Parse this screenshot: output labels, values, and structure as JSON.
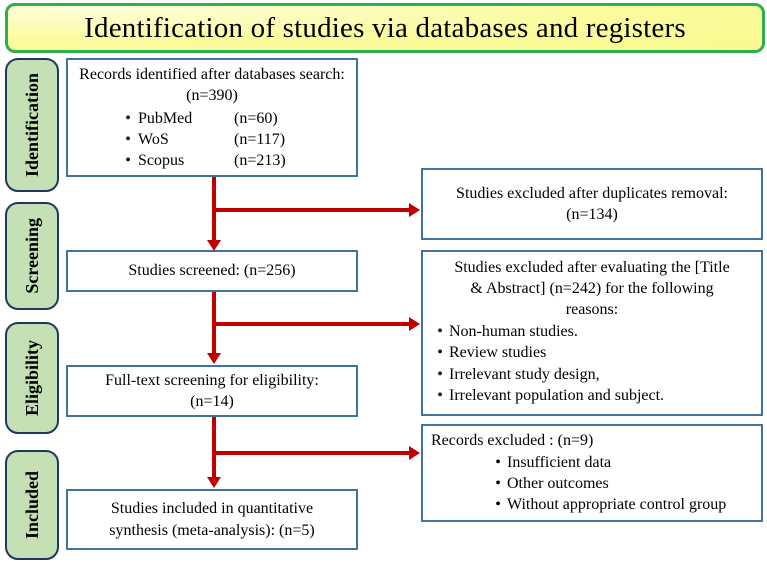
{
  "title": "Identification of studies via databases and registers",
  "colors": {
    "title_bg": "#FBFB9E",
    "title_border": "#2EB050",
    "stage_bg": "#C5E0B4",
    "stage_border": "#1F3864",
    "box_border": "#41719C",
    "arrow": "#C00000"
  },
  "stages": [
    "Identification",
    "Screening",
    "Eligibility",
    "Included"
  ],
  "boxes": {
    "records_identified": {
      "heading": "Records identified after databases search: (n=390)",
      "sources": [
        {
          "name": "PubMed",
          "count": "(n=60)"
        },
        {
          "name": "WoS",
          "count": "(n=117)"
        },
        {
          "name": "Scopus",
          "count": "(n=213)"
        }
      ]
    },
    "studies_screened": {
      "text": "Studies screened: (n=256)"
    },
    "fulltext_screening": {
      "text": "Full-text screening for eligibility: (n=14)"
    },
    "studies_included": {
      "text": "Studies included in quantitative synthesis (meta-analysis): (n=5)"
    },
    "excluded_duplicates": {
      "text": "Studies excluded after duplicates removal: (n=134)"
    },
    "excluded_title_abstract": {
      "heading": "Studies excluded after evaluating the [Title & Abstract] (n=242) for the following reasons:",
      "reasons": [
        "Non-human studies.",
        "Review studies",
        "Irrelevant study design,",
        "Irrelevant population and subject."
      ]
    },
    "records_excluded": {
      "heading": "Records excluded : (n=9)",
      "reasons": [
        "Insufficient data",
        "Other outcomes",
        "Without appropriate control group"
      ]
    }
  },
  "bullet": "•"
}
